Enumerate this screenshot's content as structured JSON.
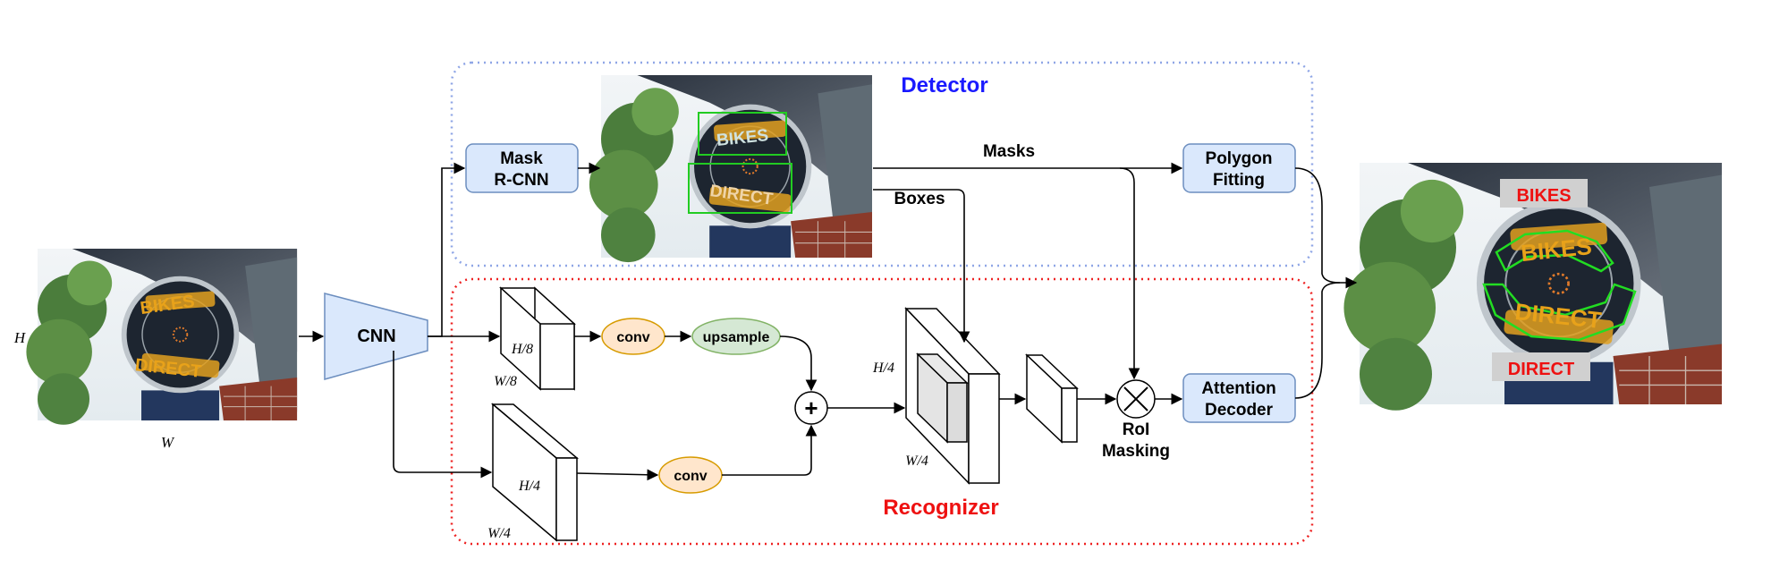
{
  "groups": {
    "detector": {
      "title": "Detector",
      "color": "#1a1aff",
      "border": "#8fa6e6"
    },
    "recognizer": {
      "title": "Recognizer",
      "color": "#ee1111",
      "border": "#ee2222"
    }
  },
  "inputs": {
    "h_label": "H",
    "w_label": "W"
  },
  "nodes": {
    "cnn": "CNN",
    "mask_rcnn": [
      "Mask",
      "R-CNN"
    ],
    "polygon_fitting": [
      "Polygon",
      "Fitting"
    ],
    "attention_decoder": [
      "Attention",
      "Decoder"
    ],
    "roi_masking": [
      "RoI",
      "Masking"
    ],
    "conv_top": "conv",
    "upsample": "upsample",
    "conv_bottom": "conv",
    "plus": "+"
  },
  "features": {
    "f8_h": "H/8",
    "f8_w": "W/8",
    "f4_h": "H/4",
    "f4_w": "W/4",
    "fused_h": "H/4",
    "fused_w": "W/4"
  },
  "edges": {
    "masks": "Masks",
    "boxes": "Boxes"
  },
  "sign": {
    "top_word": "BIKES",
    "bottom_word": "DIRECT"
  },
  "output_labels": {
    "top": "BIKES",
    "bottom": "DIRECT"
  },
  "colors": {
    "box_fill": "#dae8fc",
    "box_stroke": "#6c8ebf",
    "conv_fill": "#ffe6cc",
    "conv_stroke": "#d79b00",
    "upsample_fill": "#d5e8d4",
    "upsample_stroke": "#82b366",
    "detect_green": "#22cc22",
    "label_red": "#ee1111"
  }
}
